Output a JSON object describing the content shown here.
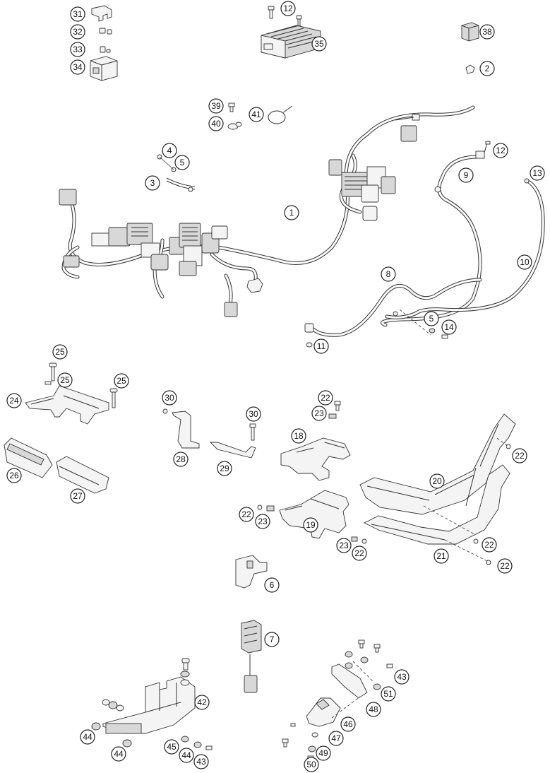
{
  "callouts": {
    "c31": "31",
    "c32": "32",
    "c33": "33",
    "c34": "34",
    "c12a": "12",
    "c35": "35",
    "c38": "38",
    "c2": "2",
    "c39": "39",
    "c40": "40",
    "c41": "41",
    "c4": "4",
    "c5a": "5",
    "c3": "3",
    "c1": "1",
    "c12b": "12",
    "c9": "9",
    "c13": "13",
    "c10": "10",
    "c8": "8",
    "c5b": "5",
    "c14": "14",
    "c11": "11",
    "c25a": "25",
    "c25b": "25",
    "c25c": "25",
    "c24": "24",
    "c26": "26",
    "c27": "27",
    "c30a": "30",
    "c28": "28",
    "c30b": "30",
    "c29": "29",
    "c22a": "22",
    "c23a": "23",
    "c18": "18",
    "c22b": "22",
    "c20": "20",
    "c22c": "22",
    "c23b": "23",
    "c19": "19",
    "c23c": "23",
    "c22d": "22",
    "c21": "21",
    "c22e": "22",
    "c22f": "22",
    "c6": "6",
    "c7": "7",
    "c42": "42",
    "c44a": "44",
    "c44b": "44",
    "c45": "45",
    "c44c": "44",
    "c43a": "43",
    "c43b": "43",
    "c51": "51",
    "c48": "48",
    "c46": "46",
    "c47": "47",
    "c49": "49",
    "c50": "50"
  },
  "icons": {
    "harness": "main-wiring-harness-icon",
    "regulator": "voltage-regulator-icon",
    "relay": "relay-icon",
    "ecu_bracket": "ecu-holder-icon"
  }
}
